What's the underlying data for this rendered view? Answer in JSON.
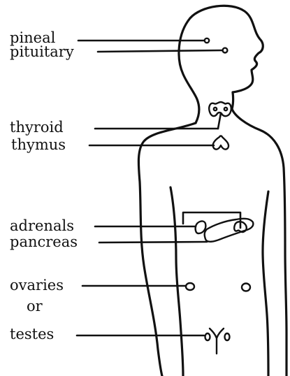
{
  "diagram": {
    "labels": {
      "pineal": "pineal",
      "pituitary": "pituitary",
      "thyroid": "thyroid",
      "thymus": "thymus",
      "adrenals": "adrenals",
      "pancreas": "pancreas",
      "ovaries": "ovaries",
      "or": "or",
      "testes": "testes"
    },
    "colors": {
      "ink": "#111111",
      "paper": "#ffffff"
    }
  }
}
